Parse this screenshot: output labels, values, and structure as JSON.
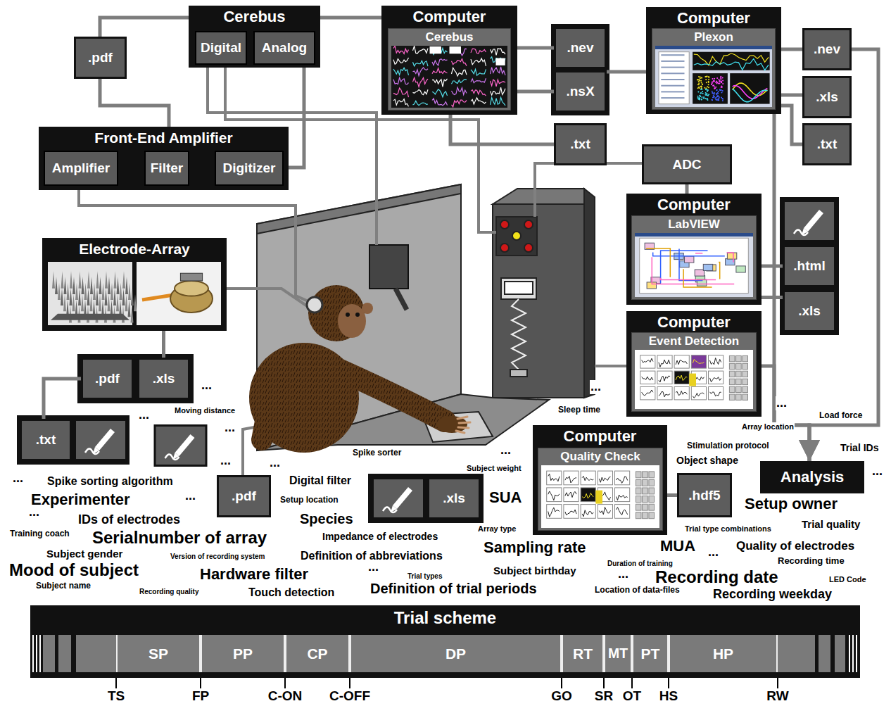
{
  "diagram": {
    "nodes": [
      {
        "text": [
          "Cerebus"
        ]
      },
      {
        "text": [
          "Digital"
        ],
        "in": 0
      },
      {
        "text": [
          "Analog"
        ],
        "in": 0
      },
      {
        "text": [
          ".pdf"
        ]
      },
      {
        "text": [
          "Computer"
        ]
      },
      {
        "text": [
          "Cerebus"
        ],
        "in": 4
      },
      {
        "text": [
          ".nev"
        ]
      },
      {
        "text": [
          ".nsX"
        ]
      },
      {
        "text": [
          ".txt"
        ]
      },
      {
        "text": [
          "Computer"
        ]
      },
      {
        "text": [
          "Plexon"
        ],
        "in": 9
      },
      {
        "text": [
          ".nev"
        ]
      },
      {
        "text": [
          ".xls"
        ]
      },
      {
        "text": [
          ".txt"
        ]
      },
      {
        "text": [
          "Front-End Amplifier"
        ]
      },
      {
        "text": [
          "Amplifier"
        ],
        "in": 14
      },
      {
        "text": [
          "Filter"
        ],
        "in": 14
      },
      {
        "text": [
          "Digitizer"
        ],
        "in": 14
      },
      {
        "text": [
          "ADC"
        ]
      },
      {
        "text": [
          "Computer"
        ]
      },
      {
        "text": [
          "LabVIEW"
        ],
        "in": 19
      },
      {
        "text": [
          ".html"
        ]
      },
      {
        "text": [
          ".xls"
        ]
      },
      {
        "text": [
          "Computer"
        ]
      },
      {
        "text": [
          "Event Detection"
        ],
        "in": 23
      },
      {
        "text": [
          "Electrode-Array"
        ]
      },
      {
        "text": [
          ".pdf"
        ]
      },
      {
        "text": [
          ".xls"
        ]
      },
      {
        "text": [
          ".txt"
        ]
      },
      {
        "text": [
          ".pdf"
        ]
      },
      {
        "text": [
          ".xls"
        ]
      },
      {
        "text": [
          "Computer"
        ]
      },
      {
        "text": [
          "Quality Check"
        ],
        "in": 31
      },
      {
        "text": [
          ".hdf5"
        ]
      },
      {
        "text": [
          "Analysis"
        ]
      },
      {
        "text": [
          "Trial scheme"
        ]
      },
      {
        "text": [
          "SP"
        ],
        "in": 35
      },
      {
        "text": [
          "PP"
        ],
        "in": 35
      },
      {
        "text": [
          "CP"
        ],
        "in": 35
      },
      {
        "text": [
          "DP"
        ],
        "in": 35
      },
      {
        "text": [
          "RT"
        ],
        "in": 35
      },
      {
        "text": [
          "MT"
        ],
        "in": 35
      },
      {
        "text": [
          "PT"
        ],
        "in": 35
      },
      {
        "text": [
          "HP"
        ],
        "in": 35
      }
    ],
    "edges": [
      {
        "from": 3,
        "to": 0,
        "arrow": "none"
      },
      {
        "from": 3,
        "to": 14,
        "arrow": "none"
      },
      {
        "from": 15,
        "to": 16,
        "arrow": "none"
      },
      {
        "from": 16,
        "to": 17,
        "arrow": "none"
      },
      {
        "from": 17,
        "to": 2,
        "arrow": "none"
      },
      {
        "from": 0,
        "to": 4,
        "arrow": "none"
      },
      {
        "from": 4,
        "to": 6,
        "arrow": "none"
      },
      {
        "from": 4,
        "to": 7,
        "arrow": "none"
      },
      {
        "from": 4,
        "to": 8,
        "arrow": "none"
      },
      {
        "from": 7,
        "to": 9,
        "arrow": "none"
      },
      {
        "from": 9,
        "to": 11,
        "arrow": "none"
      },
      {
        "from": 9,
        "to": 12,
        "arrow": "none"
      },
      {
        "from": 9,
        "to": 13,
        "arrow": "none"
      },
      {
        "from": 11,
        "to": 34,
        "arrow": "to"
      },
      {
        "from": 9,
        "to": 34,
        "arrow": "to"
      },
      {
        "from": 18,
        "to": 19,
        "arrow": "none"
      },
      {
        "from": 19,
        "to": 21,
        "arrow": "none"
      },
      {
        "from": 19,
        "to": 22,
        "arrow": "none"
      },
      {
        "from": 23,
        "to": 34,
        "arrow": "to"
      },
      {
        "from": 31,
        "to": 33,
        "arrow": "none"
      },
      {
        "from": 25,
        "to": 27,
        "arrow": "none"
      },
      {
        "from": 26,
        "to": 28,
        "arrow": "none"
      }
    ],
    "labels": [
      "...",
      "Moving distance",
      "...",
      "...",
      "...",
      "...",
      "Spike sorter",
      "...",
      "Subject weight",
      "...",
      "Sleep time",
      "...",
      "Array location",
      "Load force",
      "Stimulation protocol",
      "Trial IDs",
      "Object shape",
      "...",
      "...",
      "Spike sorting algorithm",
      "Experimenter",
      "...",
      "Digital filter",
      "Setup location",
      "SUA",
      "Species",
      "...",
      "IDs of electrodes",
      "Training coach",
      "Serialnumber of array",
      "Impedance of electrodes",
      "Array type",
      "Sampling rate",
      "Setup owner",
      "Trial quality",
      "Trial type combinations",
      "MUA",
      "Quality of electrodes",
      "...",
      "Subject gender",
      "Version of recording system",
      "Definition of abbreviations",
      "Recording time",
      "Mood of subject",
      "Hardware filter",
      "...",
      "Subject birthday",
      "Duration of training",
      "Recording date",
      "LED Code",
      "Subject name",
      "Recording quality",
      "Trial types",
      "Touch detection",
      "Definition of trial periods",
      "...",
      "Location of data-files",
      "Recording weekday",
      "TS",
      "FP",
      "C-ON",
      "C-OFF",
      "GO",
      "SR",
      "OT",
      "HS",
      "RW"
    ]
  }
}
